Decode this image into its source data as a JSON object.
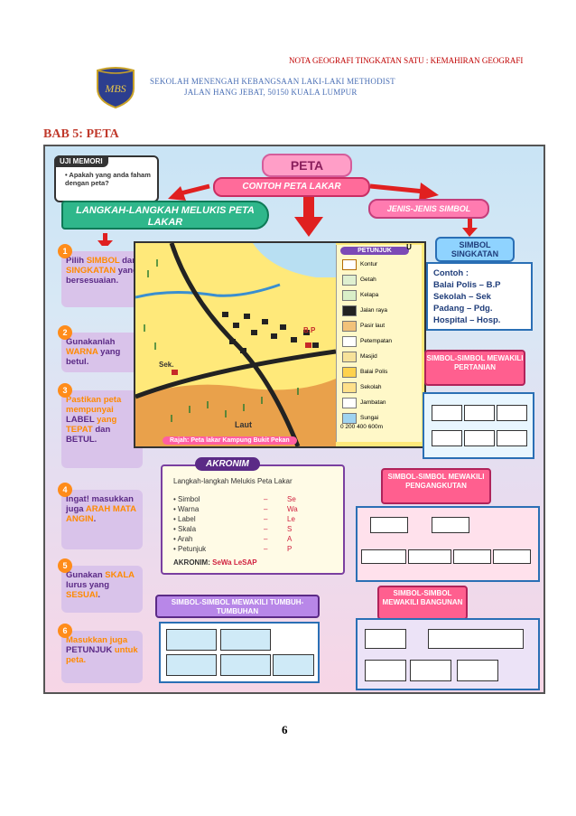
{
  "header": {
    "note": "NOTA GEOGRAFI TINGKATAN SATU : KEMAHIRAN GEOGRAFI",
    "school_line1": "SEKOLAH MENENGAH KEBANGSAAN LAKI-LAKI METHODIST",
    "school_line2": "JALAN HANG JEBAT, 50150 KUALA LUMPUR"
  },
  "chapter_title": "BAB 5: PETA",
  "poster": {
    "title": "PETA",
    "uji_memori": {
      "title": "UJI MEMORI",
      "text": "• Apakah yang anda faham dengan peta?"
    },
    "contoh": "CONTOH PETA LAKAR",
    "langkah": "LANGKAH-LANGKAH MELUKIS PETA LAKAR",
    "jenis": "JENIS-JENIS SIMBOL",
    "steps": [
      {
        "n": "1",
        "a": "Pilih ",
        "h": "SIMBOL",
        "b": " dan ",
        "h2": "SINGKATAN",
        "c": " yang bersesuaian."
      },
      {
        "n": "2",
        "a": "Gunakanlah ",
        "h": "WARNA",
        "b": " yang betul.",
        "h2": "",
        "c": ""
      },
      {
        "n": "3",
        "a": "",
        "h": "Pastikan peta mempunyai",
        "b": " LABEL ",
        "h2": "yang TEPAT",
        "c": " dan BETUL."
      },
      {
        "n": "4",
        "a": "Ingat! masukkan juga ",
        "h": "ARAH MATA ANGIN",
        "b": ".",
        "h2": "",
        "c": ""
      },
      {
        "n": "5",
        "a": "Gunakan ",
        "h": "SKALA",
        "b": " lurus yang ",
        "h2": "SESUAI",
        "c": "."
      },
      {
        "n": "6",
        "a": "",
        "h": "Masukkan juga",
        "b": " PETUNJUK ",
        "h2": "untuk peta.",
        "c": ""
      }
    ],
    "map": {
      "petunjuk": "PETUNJUK",
      "legend": [
        "Kontur",
        "Getah",
        "Kelapa",
        "Jalan raya",
        "Pasir laut",
        "Petempatan",
        "Masjid",
        "Balai Polis",
        "Sekolah",
        "Jambatan",
        "Sungai"
      ],
      "bp": "B.P",
      "sek": "Sek.",
      "laut": "Laut",
      "north": "U",
      "scale": "0  200  400  600",
      "scale_unit": "m",
      "caption": "Rajah: Peta lakar Kampung Bukit Pekan"
    },
    "simbol_singkatan": {
      "title": "SIMBOL SINGKATAN",
      "lines": [
        "Contoh :",
        "Balai Polis – B.P",
        "Sekolah – Sek",
        "Padang – Pdg.",
        "Hospital – Hosp."
      ]
    },
    "pertanian": "SIMBOL-SIMBOL MEWAKILI PERTANIAN",
    "pengangkutan": "SIMBOL-SIMBOL MEWAKILI PENGANGKUTAN",
    "tumbuhan": "SIMBOL-SIMBOL MEWAKILI TUMBUH-TUMBUHAN",
    "bangunan": "SIMBOL-SIMBOL MEWAKILI BANGUNAN",
    "akronim": {
      "title": "AKRONIM",
      "intro": "Langkah-langkah Melukis Peta Lakar",
      "rows": [
        [
          "• Simbol",
          "–",
          "Se"
        ],
        [
          "• Warna",
          "–",
          "Wa"
        ],
        [
          "• Label",
          "–",
          "Le"
        ],
        [
          "• Skala",
          "–",
          "S"
        ],
        [
          "• Arah",
          "–",
          "A"
        ],
        [
          "• Petunjuk",
          "–",
          "P"
        ]
      ],
      "footer_a": "AKRONIM: ",
      "footer_b": "SeWa LeSAP"
    }
  },
  "page_number": "6",
  "colors": {
    "accent_red": "#c00000",
    "school_blue": "#4a6fb5",
    "purple": "#7a3fa0"
  }
}
